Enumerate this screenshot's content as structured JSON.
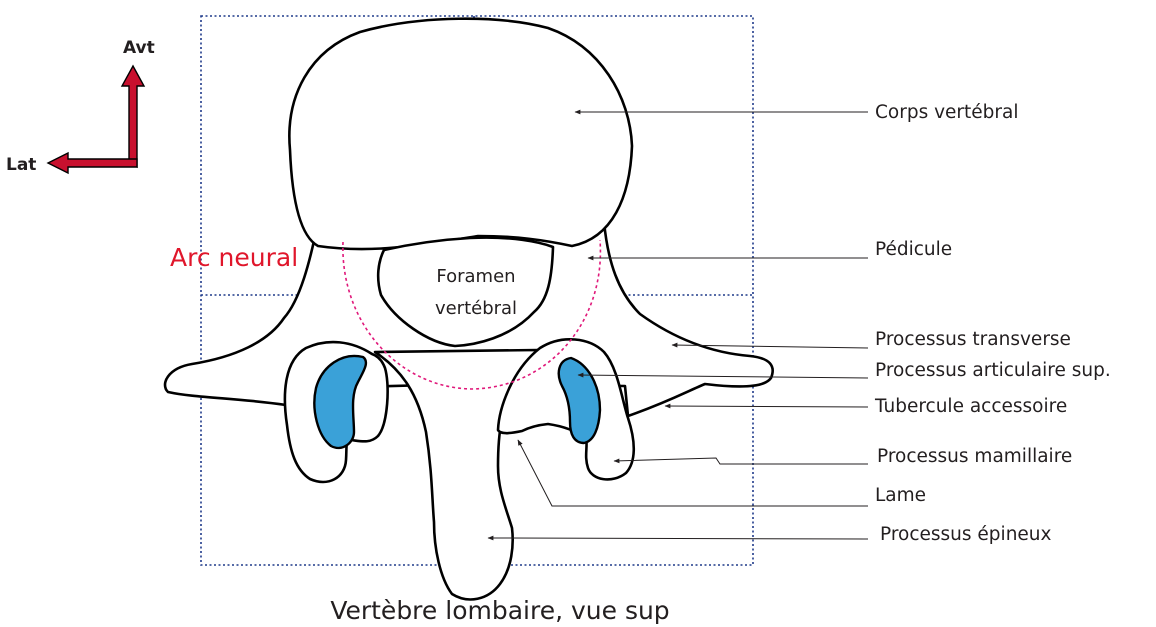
{
  "orientation": {
    "anterior": "Avt",
    "lateral": "Lat",
    "arrow_color": "#c8102e"
  },
  "arc_label": {
    "text": "Arc neural",
    "color": "#e0162b"
  },
  "foramen": {
    "line1": "Foramen",
    "line2": "vertébral"
  },
  "labels": {
    "corps": "Corps vertébral",
    "pedicule": "Pédicule",
    "transverse": "Processus transverse",
    "articulaire": "Processus articulaire sup.",
    "tubercule": "Tubercule accessoire",
    "mamillaire": "Processus mamillaire",
    "lame": "Lame",
    "epineux": "Processus épineux"
  },
  "caption": "Vertèbre lombaire,  vue sup",
  "colors": {
    "articular_fill": "#3aa1d8",
    "grid_lines": "#1f3a8a",
    "arc_dashes": "#e0187a",
    "outline": "#000000"
  }
}
